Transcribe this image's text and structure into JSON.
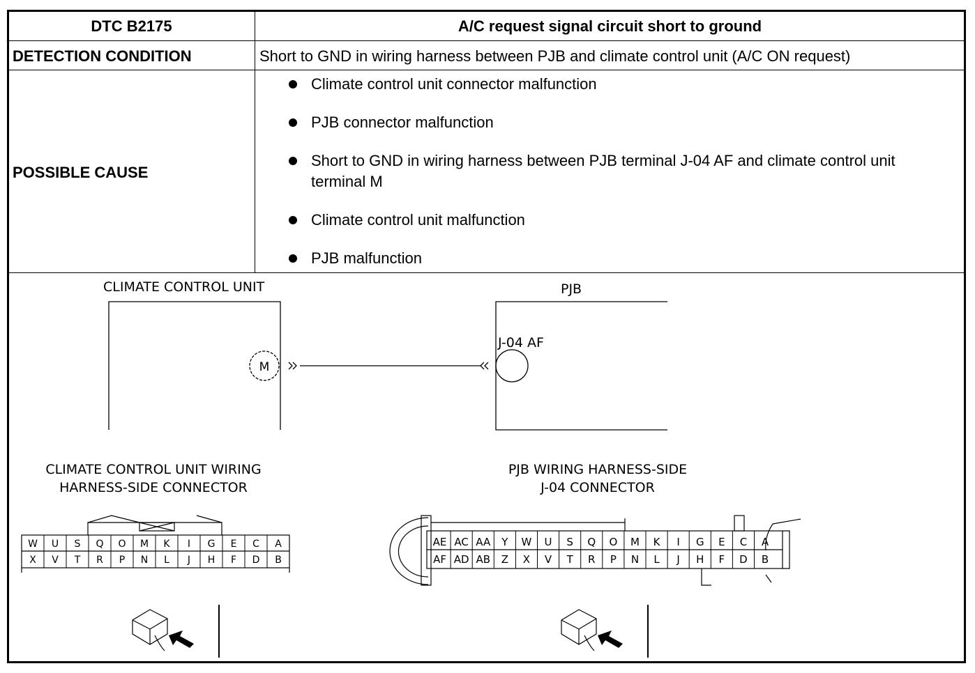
{
  "table": {
    "dtc_label": "DTC B2175",
    "dtc_title": "A/C request signal circuit short to ground",
    "detection_label": "DETECTION CONDITION",
    "detection_text": "Short to GND in wiring harness between PJB and climate control unit (A/C ON request)",
    "cause_label": "POSSIBLE CAUSE",
    "causes": [
      "Climate control unit connector malfunction",
      "PJB connector malfunction",
      "Short to GND in wiring harness between PJB terminal J-04 AF and climate control unit terminal M",
      "Climate control unit malfunction",
      "PJB malfunction"
    ]
  },
  "diagram": {
    "ccu_title": "CLIMATE CONTROL UNIT",
    "pjb_title": "PJB",
    "ccu_terminal": "M",
    "pjb_terminal": "J-04 AF",
    "ccu_connector_title_1": "CLIMATE CONTROL UNIT WIRING",
    "ccu_connector_title_2": "HARNESS-SIDE CONNECTOR",
    "pjb_connector_title_1": "PJB WIRING HARNESS-SIDE",
    "pjb_connector_title_2": "J-04 CONNECTOR",
    "ccu_pins_top": [
      "W",
      "U",
      "S",
      "Q",
      "O",
      "M",
      "K",
      "I",
      "G",
      "E",
      "C",
      "A"
    ],
    "ccu_pins_bottom": [
      "X",
      "V",
      "T",
      "R",
      "P",
      "N",
      "L",
      "J",
      "H",
      "F",
      "D",
      "B"
    ],
    "pjb_pins_top": [
      "AE",
      "AC",
      "AA",
      "Y",
      "W",
      "U",
      "S",
      "Q",
      "O",
      "M",
      "K",
      "I",
      "G",
      "E",
      "C",
      "A"
    ],
    "pjb_pins_bottom": [
      "AF",
      "AD",
      "AB",
      "Z",
      "X",
      "V",
      "T",
      "R",
      "P",
      "N",
      "L",
      "J",
      "H",
      "F",
      "D",
      "B"
    ]
  }
}
